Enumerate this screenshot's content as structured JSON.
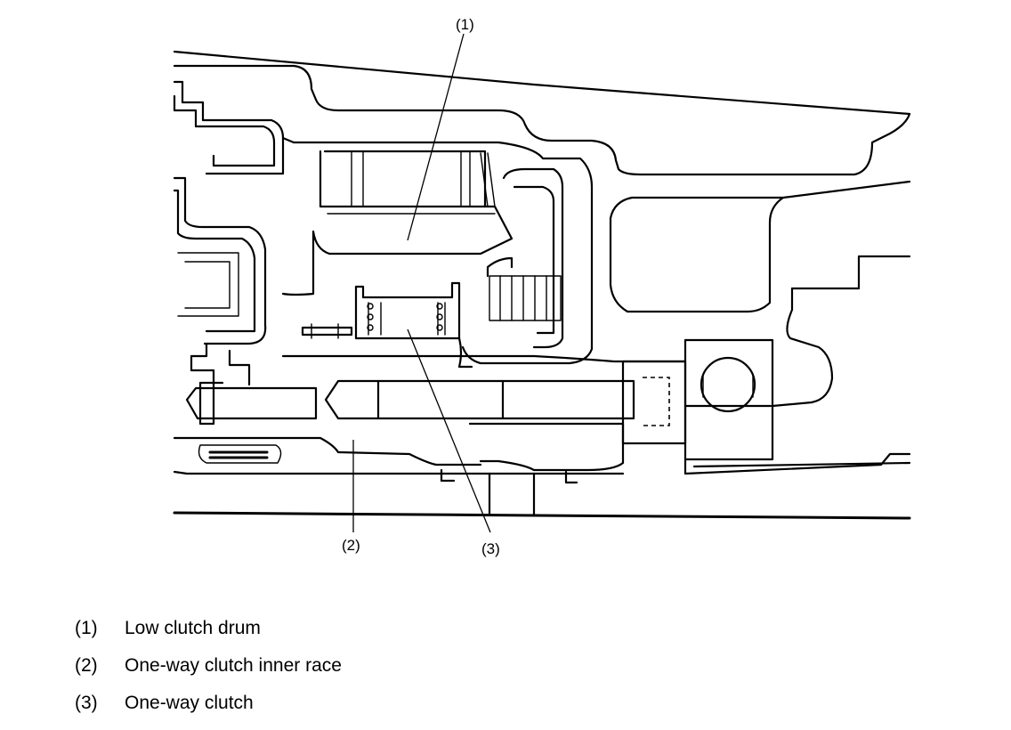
{
  "callouts": {
    "c1": "(1)",
    "c2": "(2)",
    "c3": "(3)"
  },
  "legend": {
    "items": [
      {
        "num": "(1)",
        "label": "Low clutch drum"
      },
      {
        "num": "(2)",
        "label": "One-way clutch inner race"
      },
      {
        "num": "(3)",
        "label": "One-way clutch"
      }
    ]
  }
}
